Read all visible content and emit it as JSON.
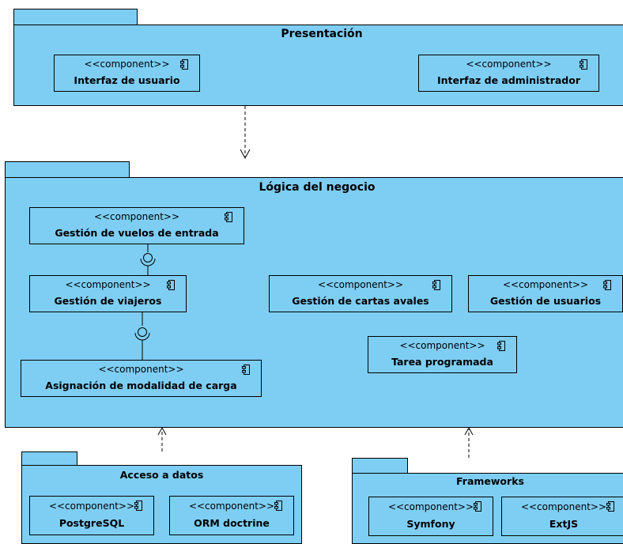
{
  "stereotype": "<<component>>",
  "packages": {
    "presentacion": {
      "title": "Presentación",
      "components": [
        "Interfaz de usuario",
        "Interfaz de administrador"
      ]
    },
    "logica": {
      "title": "Lógica del negocio",
      "components": [
        "Gestión de vuelos de entrada",
        "Gestión de viajeros",
        "Asignación de modalidad de carga",
        "Gestión de cartas avales",
        "Gestión de usuarios",
        "Tarea programada"
      ]
    },
    "acceso": {
      "title": "Acceso a datos",
      "components": [
        "PostgreSQL",
        "ORM doctrine"
      ]
    },
    "frameworks": {
      "title": "Frameworks",
      "components": [
        "Symfony",
        "ExtJS"
      ]
    }
  },
  "colors": {
    "fill": "#7ecef4",
    "stroke": "#000000"
  }
}
